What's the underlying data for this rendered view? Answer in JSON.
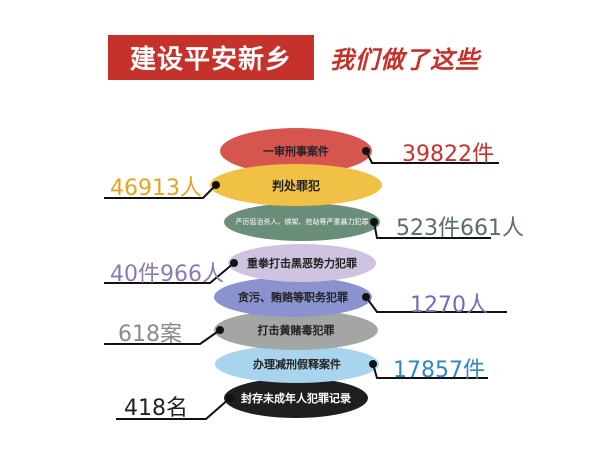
{
  "header": {
    "title": "建设平安新乡",
    "subtitle": "我们做了这些"
  },
  "colors": {
    "header_bg": "#c5312b",
    "ellipses": [
      "#d7554f",
      "#f1c146",
      "#6b8e7a",
      "#cfc3df",
      "#8a92cf",
      "#a4a6a3",
      "#a9d4ee",
      "#1f1f1f"
    ],
    "stats": [
      "#c5312b",
      "#e2a521",
      "#5a6e63",
      "#8e7ab1",
      "#6a6fb8",
      "#8a8c8b",
      "#2f87c6",
      "#222222"
    ]
  },
  "items": [
    {
      "label": "一审刑事案件",
      "stat": "39822件"
    },
    {
      "label": "判处罪犯",
      "stat": "46913人"
    },
    {
      "label": "严厉惩治杀人、绑架、抢劫等严重暴力犯罪",
      "stat": "523件661人"
    },
    {
      "label": "重拳打击黑恶势力犯罪",
      "stat": "40件966人"
    },
    {
      "label": "贪污、贿赂等职务犯罪",
      "stat": "1270人"
    },
    {
      "label": "打击黄赌毒犯罪",
      "stat": "618案"
    },
    {
      "label": "办理减刑假释案件",
      "stat": "17857件"
    },
    {
      "label": "封存未成年人犯罪记录",
      "stat": "418名"
    }
  ]
}
